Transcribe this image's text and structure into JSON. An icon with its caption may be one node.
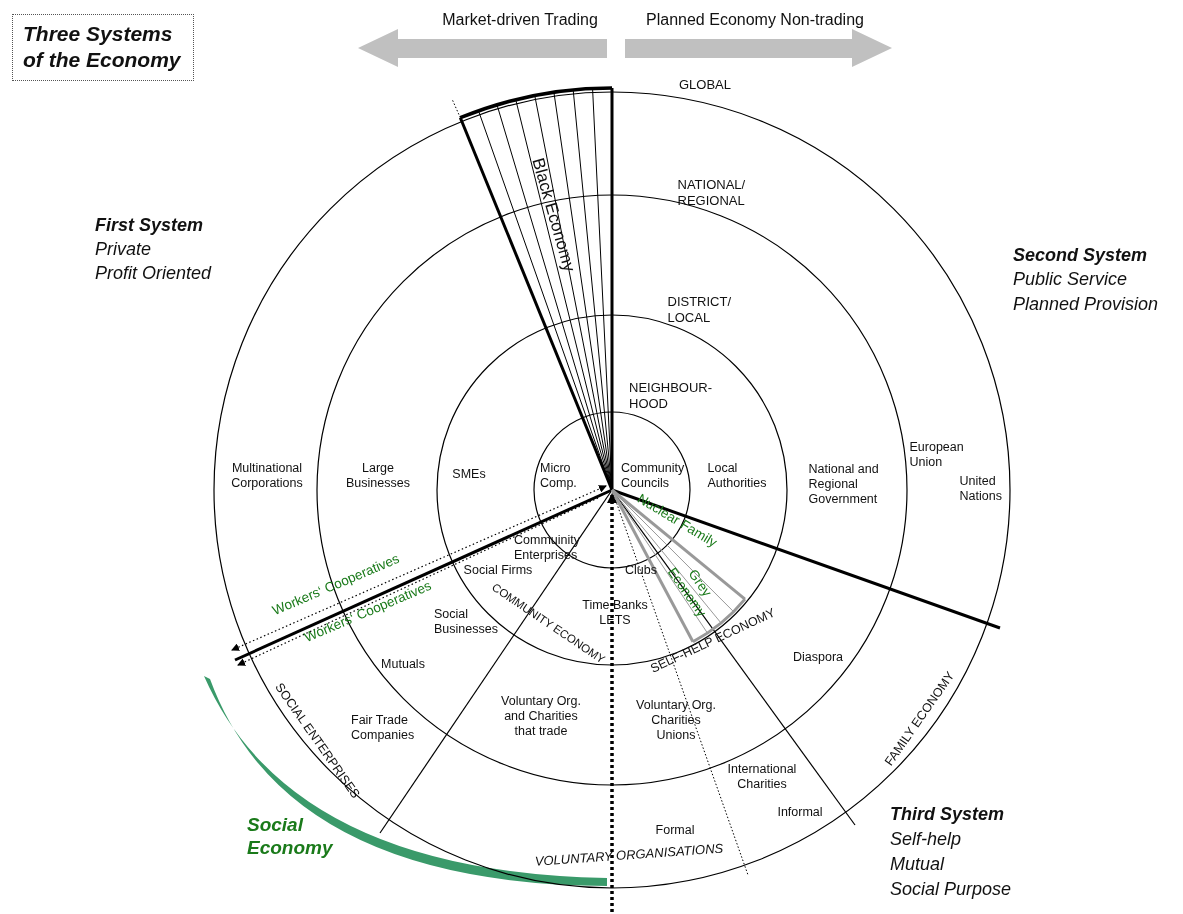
{
  "diagram": {
    "title": "Three Systems of the Economy",
    "labels": [
      "Market-driven Trading",
      "Planned Economy Non-trading",
      "GLOBAL",
      "NATIONAL/ REGIONAL",
      "Black Economy",
      "First System",
      "Private",
      "Profit Oriented",
      "Second System",
      "Public Service",
      "Planned Provision",
      "DISTRICT/ LOCAL",
      "NEIGHBOUR-HOOD",
      "Multinational Corporations",
      "Large Businesses",
      "SMEs",
      "Micro Comp.",
      "Community Councils",
      "Local Authorities",
      "National and Regional Government",
      "European Union",
      "United Nations",
      "Nuclear Family",
      "Commuinity Enterprises",
      "Workers‘ Cooperatives",
      "Workers‘ Cooperatives",
      "Social Firms",
      "Clubs",
      "Grey Economy",
      "Social Businesses",
      "COMMUNITY ECONOMY",
      "Time Banks LETS",
      "SELF-HELP ECONOMY",
      "Mutuals",
      "Diaspora",
      "SOCIAL ENTERPRISES",
      "Fair Trade Companies",
      "Voluntary Org. and Charities that trade",
      "Voluntary Org. Charities Unions",
      "FAMILY ECONOMY",
      "International Charities",
      "Informal",
      "Social Economy",
      "Formal",
      "Third System",
      "VOLUNTARY ORGANISATIONS",
      "Self-help",
      "Mutual",
      "Social Purpose"
    ]
  }
}
